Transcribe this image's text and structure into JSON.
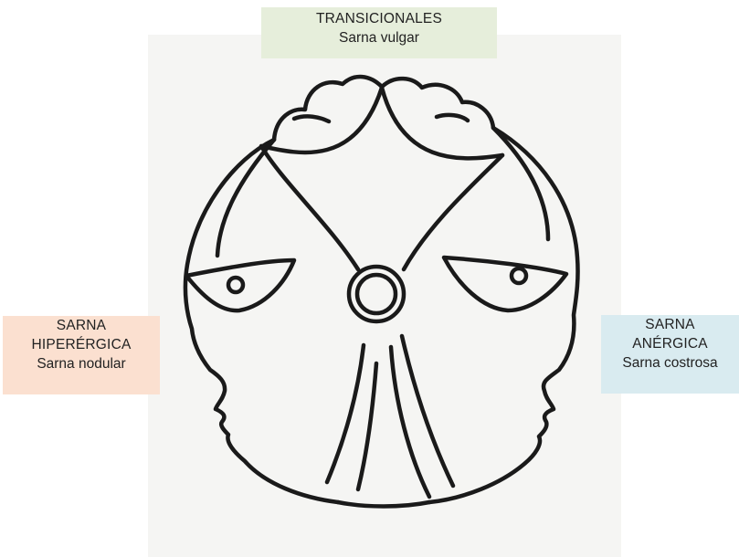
{
  "colors": {
    "top_box": "#e6eedb",
    "left_box": "#fbe0d0",
    "right_box": "#d9ebf0",
    "line": "#1a1a1a",
    "panel": "#f5f5f3"
  },
  "emblem": {
    "description_icon": "two-faced-head-emblem-icon"
  },
  "labels": {
    "top": {
      "line1": "TRANSICIONALES",
      "line2": "Sarna vulgar"
    },
    "left": {
      "line1": "SARNA",
      "line2": "HIPERÉRGICA",
      "line3": "Sarna nodular"
    },
    "right": {
      "line1": "SARNA",
      "line2": "ANÉRGICA",
      "line3": "Sarna costrosa"
    }
  }
}
